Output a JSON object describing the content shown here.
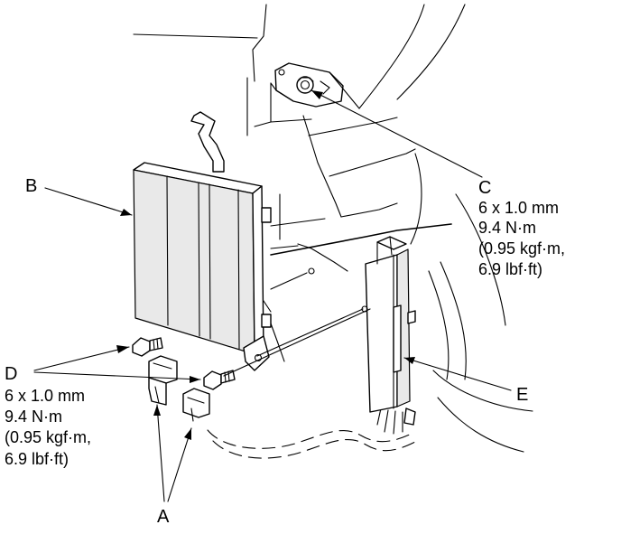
{
  "diagram": {
    "callouts": {
      "A": {
        "letter": "A"
      },
      "B": {
        "letter": "B"
      },
      "C": {
        "letter": "C",
        "spec": [
          "6 x 1.0 mm",
          "9.4 N·m",
          "(0.95 kgf·m,",
          "6.9 lbf·ft)"
        ]
      },
      "D": {
        "letter": "D",
        "spec": [
          "6 x 1.0 mm",
          "9.4 N·m",
          "(0.95 kgf·m,",
          "6.9 lbf·ft)"
        ]
      },
      "E": {
        "letter": "E"
      }
    }
  }
}
